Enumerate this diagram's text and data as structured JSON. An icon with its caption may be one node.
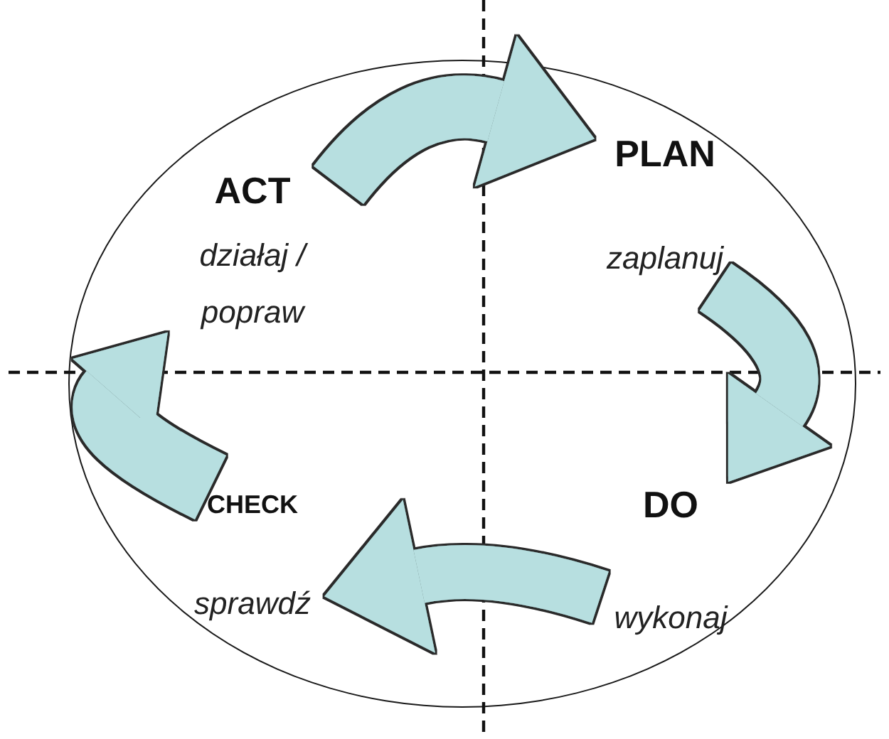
{
  "diagram": {
    "nodes": [
      {
        "text": [],
        "shape": "ellipse"
      },
      {
        "text": [
          "ACT",
          "działaj / popraw"
        ],
        "in": 0
      },
      {
        "text": [
          "PLAN",
          "zaplanuj"
        ],
        "in": 0
      },
      {
        "text": [
          "CHECK",
          "sprawdź"
        ],
        "in": 0
      },
      {
        "text": [
          "DO",
          "wykonaj"
        ],
        "in": 0
      }
    ],
    "edges": [
      {
        "from": 1,
        "to": 2,
        "arrow": "to"
      },
      {
        "from": 2,
        "to": 4,
        "arrow": "to"
      },
      {
        "from": 4,
        "to": 3,
        "arrow": "to"
      },
      {
        "from": 3,
        "to": 1,
        "arrow": "to"
      }
    ]
  }
}
